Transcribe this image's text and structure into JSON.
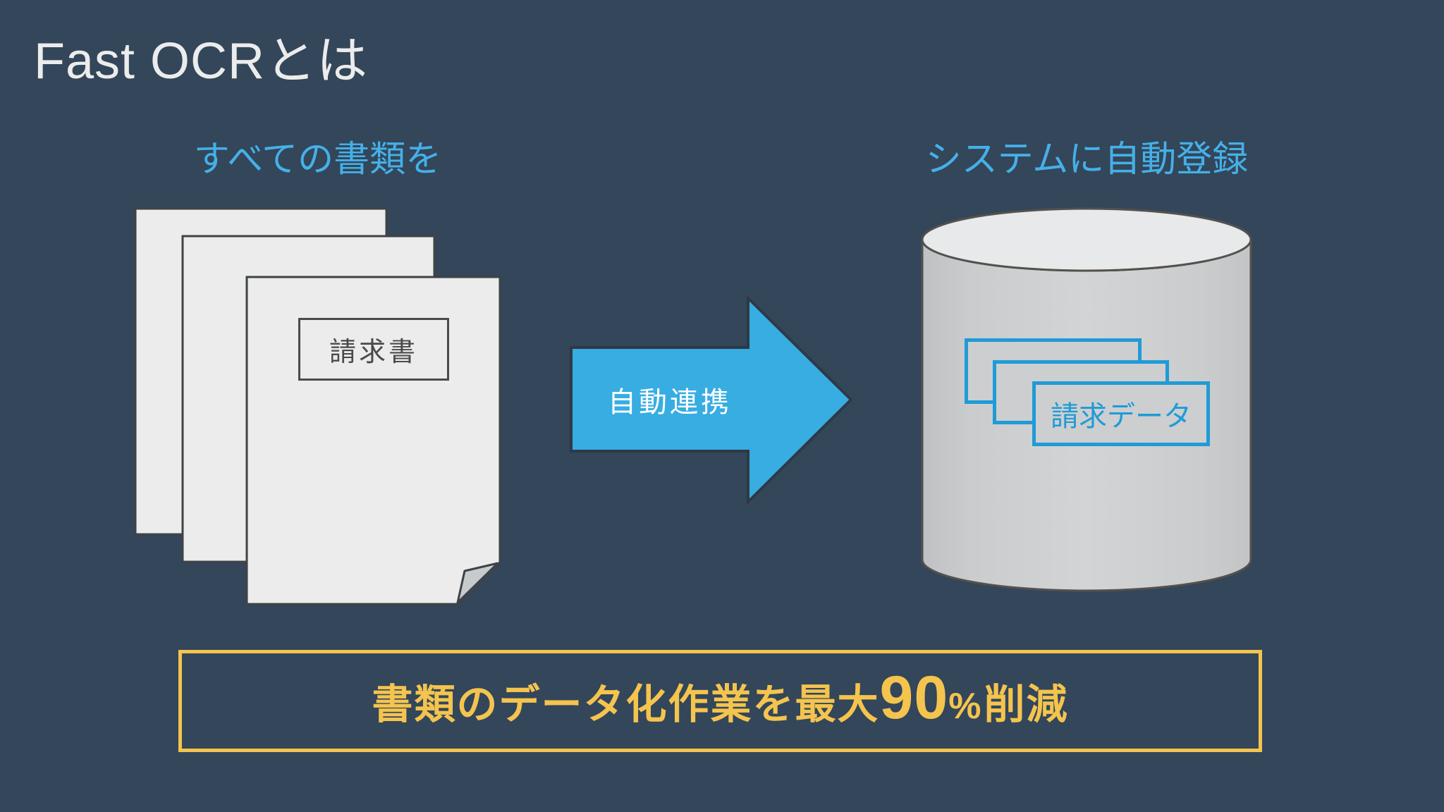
{
  "slide": {
    "title": "Fast OCRとは",
    "left_caption": "すべての書類を",
    "right_caption": "システムに自動登録",
    "document_stack": {
      "front_label": "請求書"
    },
    "arrow": {
      "label": "自動連携"
    },
    "database": {
      "front_label": "請求データ"
    },
    "headline": {
      "part1": "書類のデータ化作業を最大",
      "number": "90",
      "percent": "%",
      "part2": "削減"
    },
    "colors": {
      "background": "#33465A",
      "title_text": "#ECECEC",
      "caption_blue": "#45B0E8",
      "arrow_blue": "#37ADE2",
      "data_blue": "#1F9BD7",
      "highlight_yellow": "#F4C44E",
      "paper_fill": "#ECECEC",
      "paper_stroke": "#3E4347",
      "cylinder_fill": "#CDCECF",
      "cylinder_top": "#E8E9EA"
    }
  }
}
